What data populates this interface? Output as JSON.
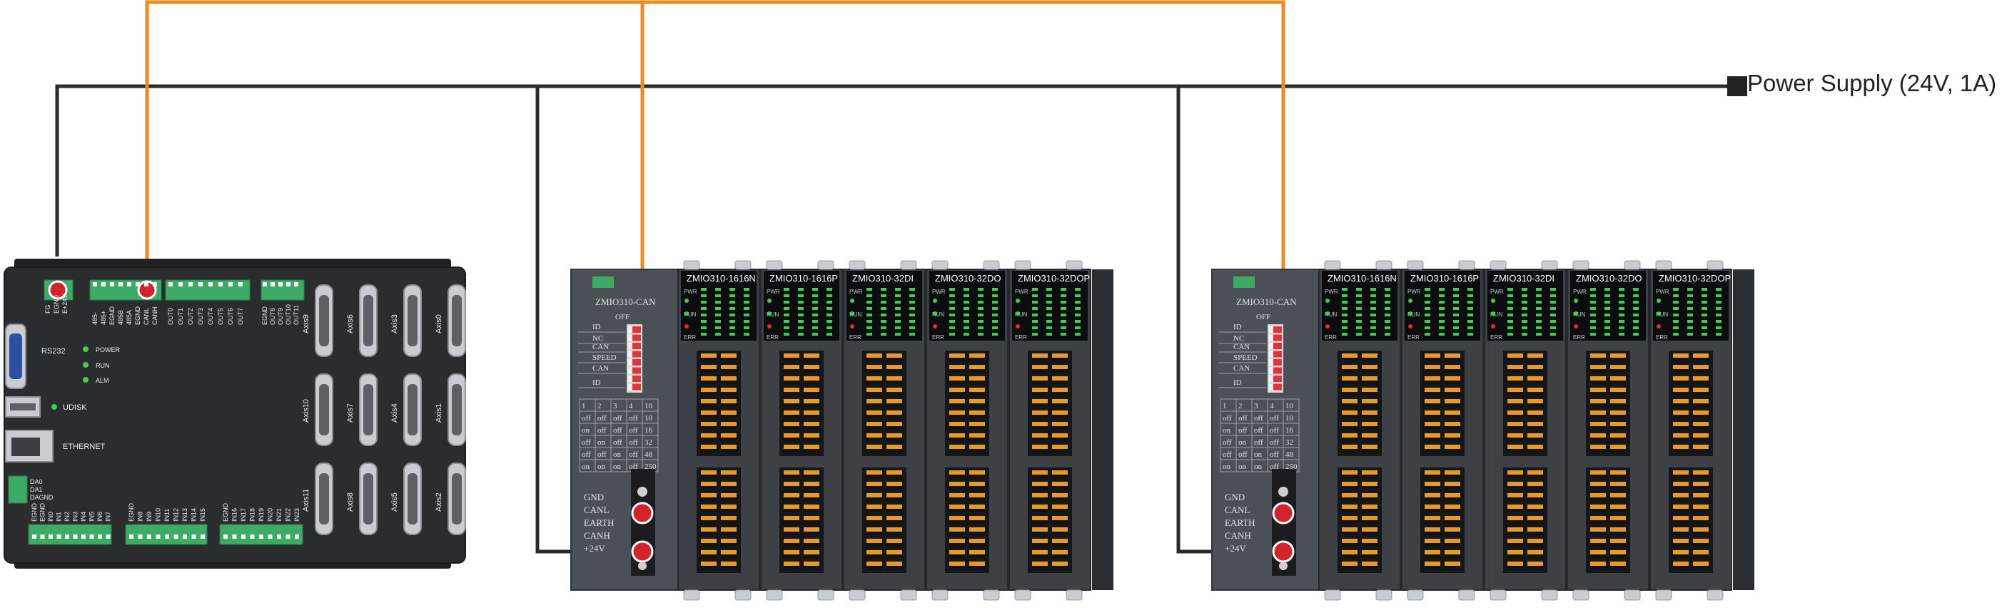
{
  "power_supply": {
    "label": "Power Supply (24V, 1A)"
  },
  "controller": {
    "port_rs232": "RS232",
    "port_udisk": "UDISK",
    "port_ethernet": "ETHERNET",
    "led_power": "POWER",
    "led_run": "RUN",
    "led_alm": "ALM",
    "axis_labels": [
      "Axis9",
      "Axis6",
      "Axis3",
      "Axis0",
      "Axis10",
      "Axis7",
      "Axis4",
      "Axis1",
      "Axis11",
      "Axis8",
      "Axis5",
      "Axis2"
    ],
    "power_terminal_labels": [
      "FG",
      "EGND",
      "E+24V"
    ],
    "can_terminal_labels": [
      "485-",
      "485+",
      "EGND",
      "485B",
      "485A",
      "EGND",
      "CANL",
      "CANH"
    ],
    "out_terminal_labels": [
      "OUT0",
      "OUT1",
      "OUT2",
      "OUT3",
      "OUT4",
      "OUT5",
      "OUT6",
      "OUT7"
    ],
    "out2_terminal_labels": [
      "EGND",
      "OUT8",
      "OUT9",
      "OUT10",
      "OUT11"
    ],
    "da_labels": [
      "DA0",
      "DA1",
      "DAGND"
    ],
    "in_terminal_labels_a": [
      "EGND",
      "EGND",
      "IN0",
      "IN1",
      "IN2",
      "IN3",
      "IN4",
      "IN5",
      "IN6",
      "IN7"
    ],
    "in_terminal_labels_b": [
      "EGND",
      "IN8",
      "IN9",
      "IN10",
      "IN11",
      "IN12",
      "IN13",
      "IN14",
      "IN15"
    ],
    "in_terminal_labels_c": [
      "EGND",
      "IN16",
      "IN17",
      "IN18",
      "IN19",
      "IN20",
      "IN21",
      "IN22",
      "IN23"
    ]
  },
  "racks": [
    {
      "head": {
        "title": "ZMIO310-CAN",
        "dip_off": "OFF",
        "dip_labels": [
          "ID",
          "NC",
          "CAN",
          "SPEED",
          "CAN",
          "ID"
        ],
        "table_header": [
          "1",
          "2",
          "3",
          "4",
          "10"
        ],
        "table_rows": [
          [
            "off",
            "off",
            "off",
            "off",
            "10"
          ],
          [
            "on",
            "off",
            "off",
            "off",
            "16"
          ],
          [
            "off",
            "on",
            "off",
            "off",
            "32"
          ],
          [
            "off",
            "off",
            "on",
            "off",
            "48"
          ],
          [
            "on",
            "on",
            "on",
            "off",
            "250"
          ]
        ],
        "wiring_labels": [
          "GND",
          "CANL",
          "EARTH",
          "CANH",
          "+24V"
        ]
      },
      "modules": [
        "ZMIO310-1616N",
        "ZMIO310-1616P",
        "ZMIO310-32DI",
        "ZMIO310-32DO",
        "ZMIO310-32DOP"
      ]
    },
    {
      "head": {
        "title": "ZMIO310-CAN",
        "dip_off": "OFF",
        "dip_labels": [
          "ID",
          "NC",
          "CAN",
          "SPEED",
          "CAN",
          "ID"
        ],
        "table_header": [
          "1",
          "2",
          "3",
          "4",
          "10"
        ],
        "table_rows": [
          [
            "off",
            "off",
            "off",
            "off",
            "10"
          ],
          [
            "on",
            "off",
            "off",
            "off",
            "16"
          ],
          [
            "off",
            "on",
            "off",
            "off",
            "32"
          ],
          [
            "off",
            "off",
            "on",
            "off",
            "48"
          ],
          [
            "on",
            "on",
            "on",
            "off",
            "250"
          ]
        ],
        "wiring_labels": [
          "GND",
          "CANL",
          "EARTH",
          "CANH",
          "+24V"
        ]
      },
      "modules": [
        "ZMIO310-1616N",
        "ZMIO310-1616P",
        "ZMIO310-32DI",
        "ZMIO310-32DO",
        "ZMIO310-32DOP"
      ]
    }
  ],
  "module_led_labels": [
    "PWR",
    "RUN",
    "ERR"
  ],
  "colors": {
    "can_wire": "#f08a1c",
    "power_wire": "#2b2b2b",
    "terminal_green": "#3daa66",
    "plug_red": "#d3232b"
  }
}
